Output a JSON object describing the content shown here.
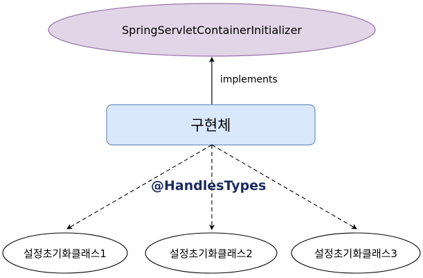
{
  "nodes": {
    "interface": "SpringServletContainerInitializer",
    "implementation": "구현체",
    "classes": [
      "설정초기화클래스1",
      "설정초기화클래스2",
      "설정초기화클래스3"
    ]
  },
  "edges": {
    "implements_label": "implements",
    "annotation_label": "@HandlesTypes"
  },
  "colors": {
    "interface_fill": "#e1d5e7",
    "interface_stroke": "#9673a6",
    "implementation_fill": "#dae8fc",
    "implementation_stroke": "#6c8ebf",
    "annotation_text": "#1b2a5e"
  }
}
